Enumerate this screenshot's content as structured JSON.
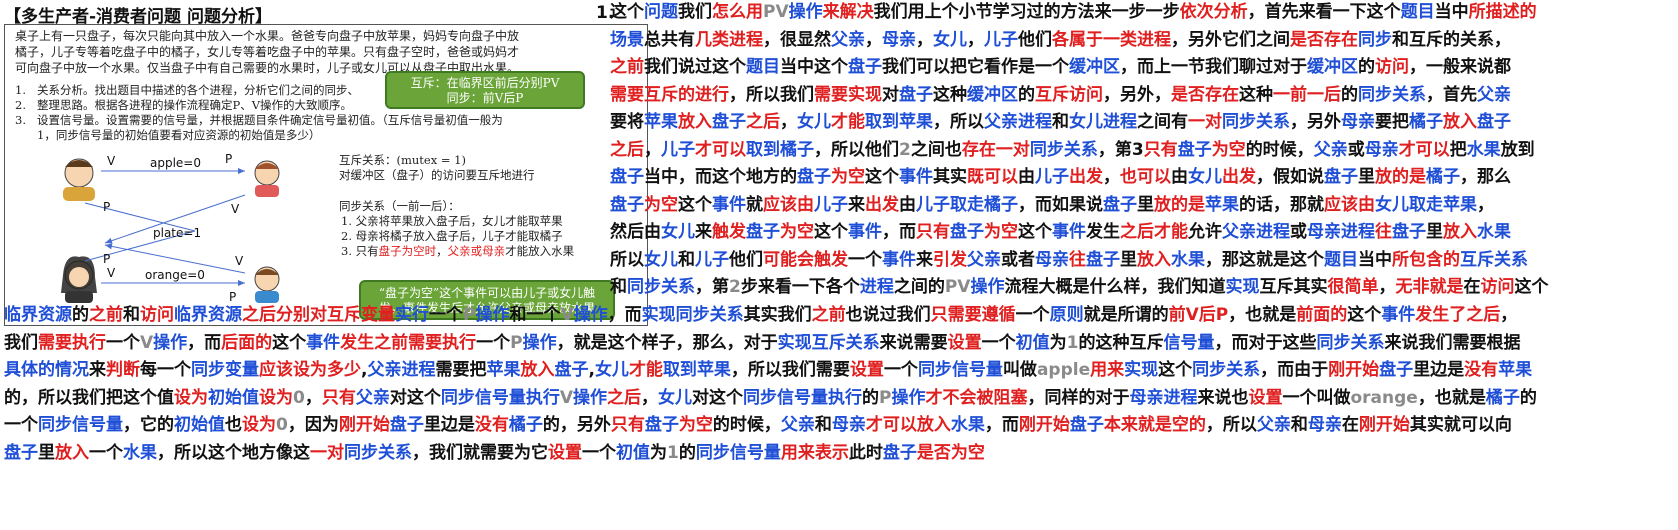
{
  "slide": {
    "title": "【多生产者-消费者问题 问题分析】",
    "problem_lines": [
      "桌子上有一只盘子，每次只能向其中放入一个水果。爸爸专向盘子中放苹果，妈妈专向盘子中放",
      "橘子，儿子专等着吃盘子中的橘子，女儿专等着吃盘子中的苹果。只有盘子空时，爸爸或妈妈才",
      "可向盘子中放一个水果。仅当盘子中有自己需要的水果时，儿子或女儿可以从盘子中取出水果。"
    ],
    "steps": [
      {
        "num": "1.",
        "text": "关系分析。找出题目中描述的各个进程，分析它们之间的同步、"
      },
      {
        "num": "2.",
        "text": "整理思路。根据各进程的操作流程确定P、V操作的大致顺序。"
      },
      {
        "num": "3.",
        "text": "设置信号量。设置需要的信号量，并根据题目条件确定信号量初值。（互斥信号量初值一般为"
      },
      {
        "num": "",
        "text": "1，同步信号量的初始值要看对应资源的初始值是多少）"
      }
    ],
    "bubble1": [
      "互斥：在临界区前后分别PV",
      "同步：前V后P"
    ],
    "diagram": {
      "apple": "apple=0",
      "plate": "plate=1",
      "orange": "orange=0",
      "v": "V",
      "p": "P"
    },
    "relations": {
      "mutex_title": "互斥关系：(mutex = 1)",
      "mutex_desc": "对缓冲区（盘子）的访问要互斥地进行",
      "sync_title": "同步关系（一前一后）：",
      "items": [
        "1.  父亲将苹果放入盘子后，女儿才能取苹果",
        "2.  母亲将橘子放入盘子后，儿子才能取橘子"
      ],
      "item3_prefix": "3.  只有",
      "item3_red1": "盘子为空时",
      "item3_mid": "，",
      "item3_red2": "父亲或母亲",
      "item3_suffix": "才能放入水果"
    },
    "bubble2": [
      "“盘子为空”这个事件可以由儿子或女儿触",
      "发，事件发生后才允许父亲或母亲放水果"
    ]
  },
  "article": {
    "lead": "1.",
    "top_lines": [
      "这个问题我们怎么用PV操作来解决我们用上个小节学习过的方法来一步一步依次分析，首先来看一下这个题目当中所描述的",
      "场景总共有几类进程，很显然父亲，母亲，女儿，儿子他们各属于一类进程，另外它们之间是否存在同步和互斥的关系，",
      "之前我们说过这个题目当中这个盘子我们可以把它看作是一个缓冲区，而上一节我们聊过对于缓冲区的访问，一般来说都",
      "需要互斥的进行，所以我们需要实现对盘子这种缓冲区的互斥访问，另外，是否存在这种一前一后的同步关系，首先父亲",
      "要将苹果放入盘子之后，女儿才能取到苹果，所以父亲进程和女儿进程之间有一对同步关系，另外母亲要把橘子放入盘子",
      "之后，儿子才可以取到橘子，所以他们2之间也存在一对同步关系，第3只有盘子为空的时候，父亲或母亲才可以把水果放到",
      "盘子当中，而这个地方的盘子为空这个事件其实既可以由儿子出发，也可以由女儿出发，假如说盘子里放的是橘子，那么",
      "盘子为空这个事件就应该由儿子来出发由儿子取走橘子，而如果说盘子里放的是苹果的话，那就应该由女儿取走苹果，",
      "然后由女儿来触发盘子为空这个事件，而只有盘子为空这个事件发生之后才能允许父亲进程或母亲进程往盘子里放入水果",
      "所以女儿和儿子他们可能会触发一个事件来引发父亲或者母亲往盘子里放入水果，那这就是这个题目当中所包含的互斥关系",
      "和同步关系，第2步来看一下各个进程之间的PV操作流程大概是什么样，我们知道实现互斥其实很简单，无非就是在访问这个"
    ],
    "bottom_lines": [
      "临界资源的之前和访问临界资源之后分别对互斥变量实行一个P操作和一个V操作，而实现同步关系其实我们之前也说过我们只需要遵循一个原则就是所谓的前V后P，也就是前面的这个事件发生了之后，",
      "我们需要执行一个V操作，而后面的这个事件发生之前需要执行一个P操作，就是这个样子，那么，对于实现互斥关系来说需要设置一个初值为1的这种互斥信号量，而对于这些同步关系来说我们需要根据",
      "具体的情况来判断每一个同步变量应该设为多少,父亲进程需要把苹果放入盘子,女儿才能取到苹果，所以我们需要设置一个同步信号量叫做apple用来实现这个同步关系，而由于刚开始盘子里边是没有苹果",
      "的，所以我们把这个值设为初始值设为0，只有父亲对这个同步信号量执行V操作之后，女儿对这个同步信号量执行的P操作才不会被阻塞，同样的对于母亲进程来说也设置一个叫做orange，也就是橘子的",
      "一个同步信号量，它的初始值也设为0，因为刚开始盘子里边是没有橘子的，另外只有盘子为空的时候，父亲和母亲才可以放入水果，而刚开始盘子本来就是空的，所以父亲和母亲在刚开始其实就可以向",
      "盘子里放入一个水果，所以这个地方像这一对同步关系，我们就需要为它设置一个初值为1的同步信号量用来表示此时盘子是否为空"
    ],
    "highlight_blue": [
      "问题",
      "题目",
      "场景",
      "父亲",
      "母亲",
      "女儿",
      "儿子",
      "盘子",
      "缓冲区",
      "同步关系",
      "同步",
      "苹果",
      "橘子",
      "水果",
      "进程",
      "事件",
      "互斥关系",
      "临界资源",
      "操作",
      "原则",
      "信号量",
      "初值",
      "初始值",
      "具体的情况",
      "同步变量",
      "取走",
      "取到",
      "实行",
      "执行",
      "实现"
    ],
    "highlight_red": [
      "怎么用",
      "来解决",
      "依次分析",
      "所描述的",
      "几类进程",
      "各属于一类进程",
      "是否存在",
      "访问",
      "需要互斥的进行",
      "需要实现",
      "互斥访问",
      "一前一后",
      "放入",
      "一对",
      "才可以",
      "才能",
      "存在",
      "为空",
      "既可以",
      "出发",
      "也可以",
      "放的是",
      "应该由",
      "触发",
      "只有",
      "可能会",
      "引发",
      "往",
      "所包含的",
      "很简单",
      "无非就是",
      "之前",
      "之后",
      "分别对",
      "互斥变量",
      "只需要遵循",
      "前V后P",
      "前面的",
      "发生了之后",
      "需要执行",
      "后面的",
      "发生之前",
      "设置",
      "判断",
      "应该设为多少",
      "用来",
      "刚开始",
      "没有",
      "设为",
      "才不会被阻塞",
      "本来就是空的",
      "是否为空",
      "表示"
    ],
    "highlight_gray": [
      "PV",
      "V",
      "P",
      "2",
      "1",
      "0",
      "apple",
      "orange"
    ]
  },
  "colors": {
    "blue": "#1f4fd6",
    "red": "#e02020",
    "gray": "#8a8a8a",
    "black": "#111111",
    "bubble": "#6ba539"
  }
}
